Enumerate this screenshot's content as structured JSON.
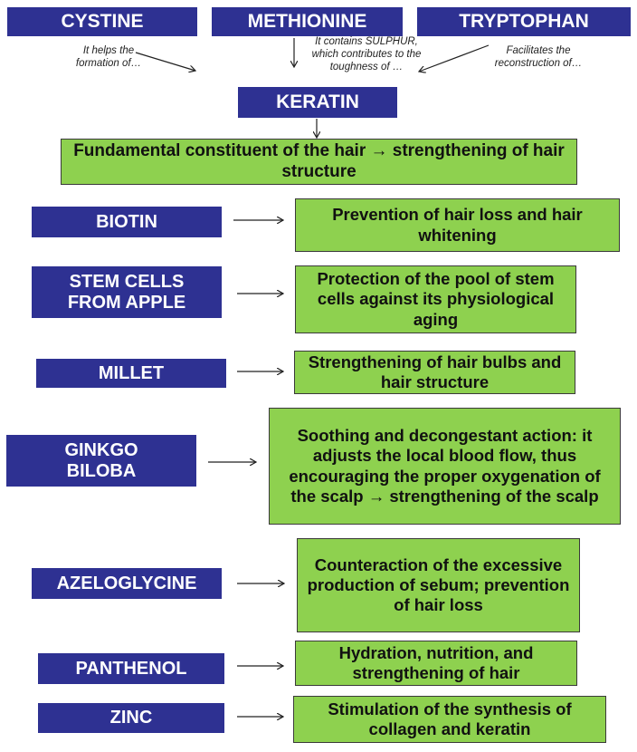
{
  "precursors": [
    {
      "name": "CYSTINE",
      "note": "It helps the formation of…"
    },
    {
      "name": "METHIONINE",
      "note": "It contains SULPHUR, which contributes to the toughness of …"
    },
    {
      "name": "TRYPTOPHAN",
      "note": "Facilitates the reconstruction of…"
    }
  ],
  "keratin": {
    "name": "KERATIN",
    "role": "Fundamental constituent of the hair → strengthening of hair structure"
  },
  "ingredients": [
    {
      "name": "BIOTIN",
      "effect": "Prevention of hair loss and hair whitening"
    },
    {
      "name": "STEM CELLS FROM APPLE",
      "effect": "Protection of the pool of stem cells against its physiological aging"
    },
    {
      "name": "MILLET",
      "effect": "Strengthening of hair bulbs and hair structure"
    },
    {
      "name": "GINKGO BILOBA",
      "effect": "Soothing and decongestant action: it adjusts the local blood flow, thus encouraging the proper oxygenation of the scalp → strengthening of the scalp"
    },
    {
      "name": "AZELOGLYCINE",
      "effect": "Counteraction of the excessive production of sebum; prevention of hair loss"
    },
    {
      "name": "PANTHENOL",
      "effect": "Hydration, nutrition, and strengthening of hair"
    },
    {
      "name": "ZINC",
      "effect": "Stimulation of the synthesis of collagen and keratin"
    }
  ],
  "colors": {
    "box_blue": "#2e3192",
    "box_green": "#8ed14f",
    "arrow": "#222222"
  }
}
